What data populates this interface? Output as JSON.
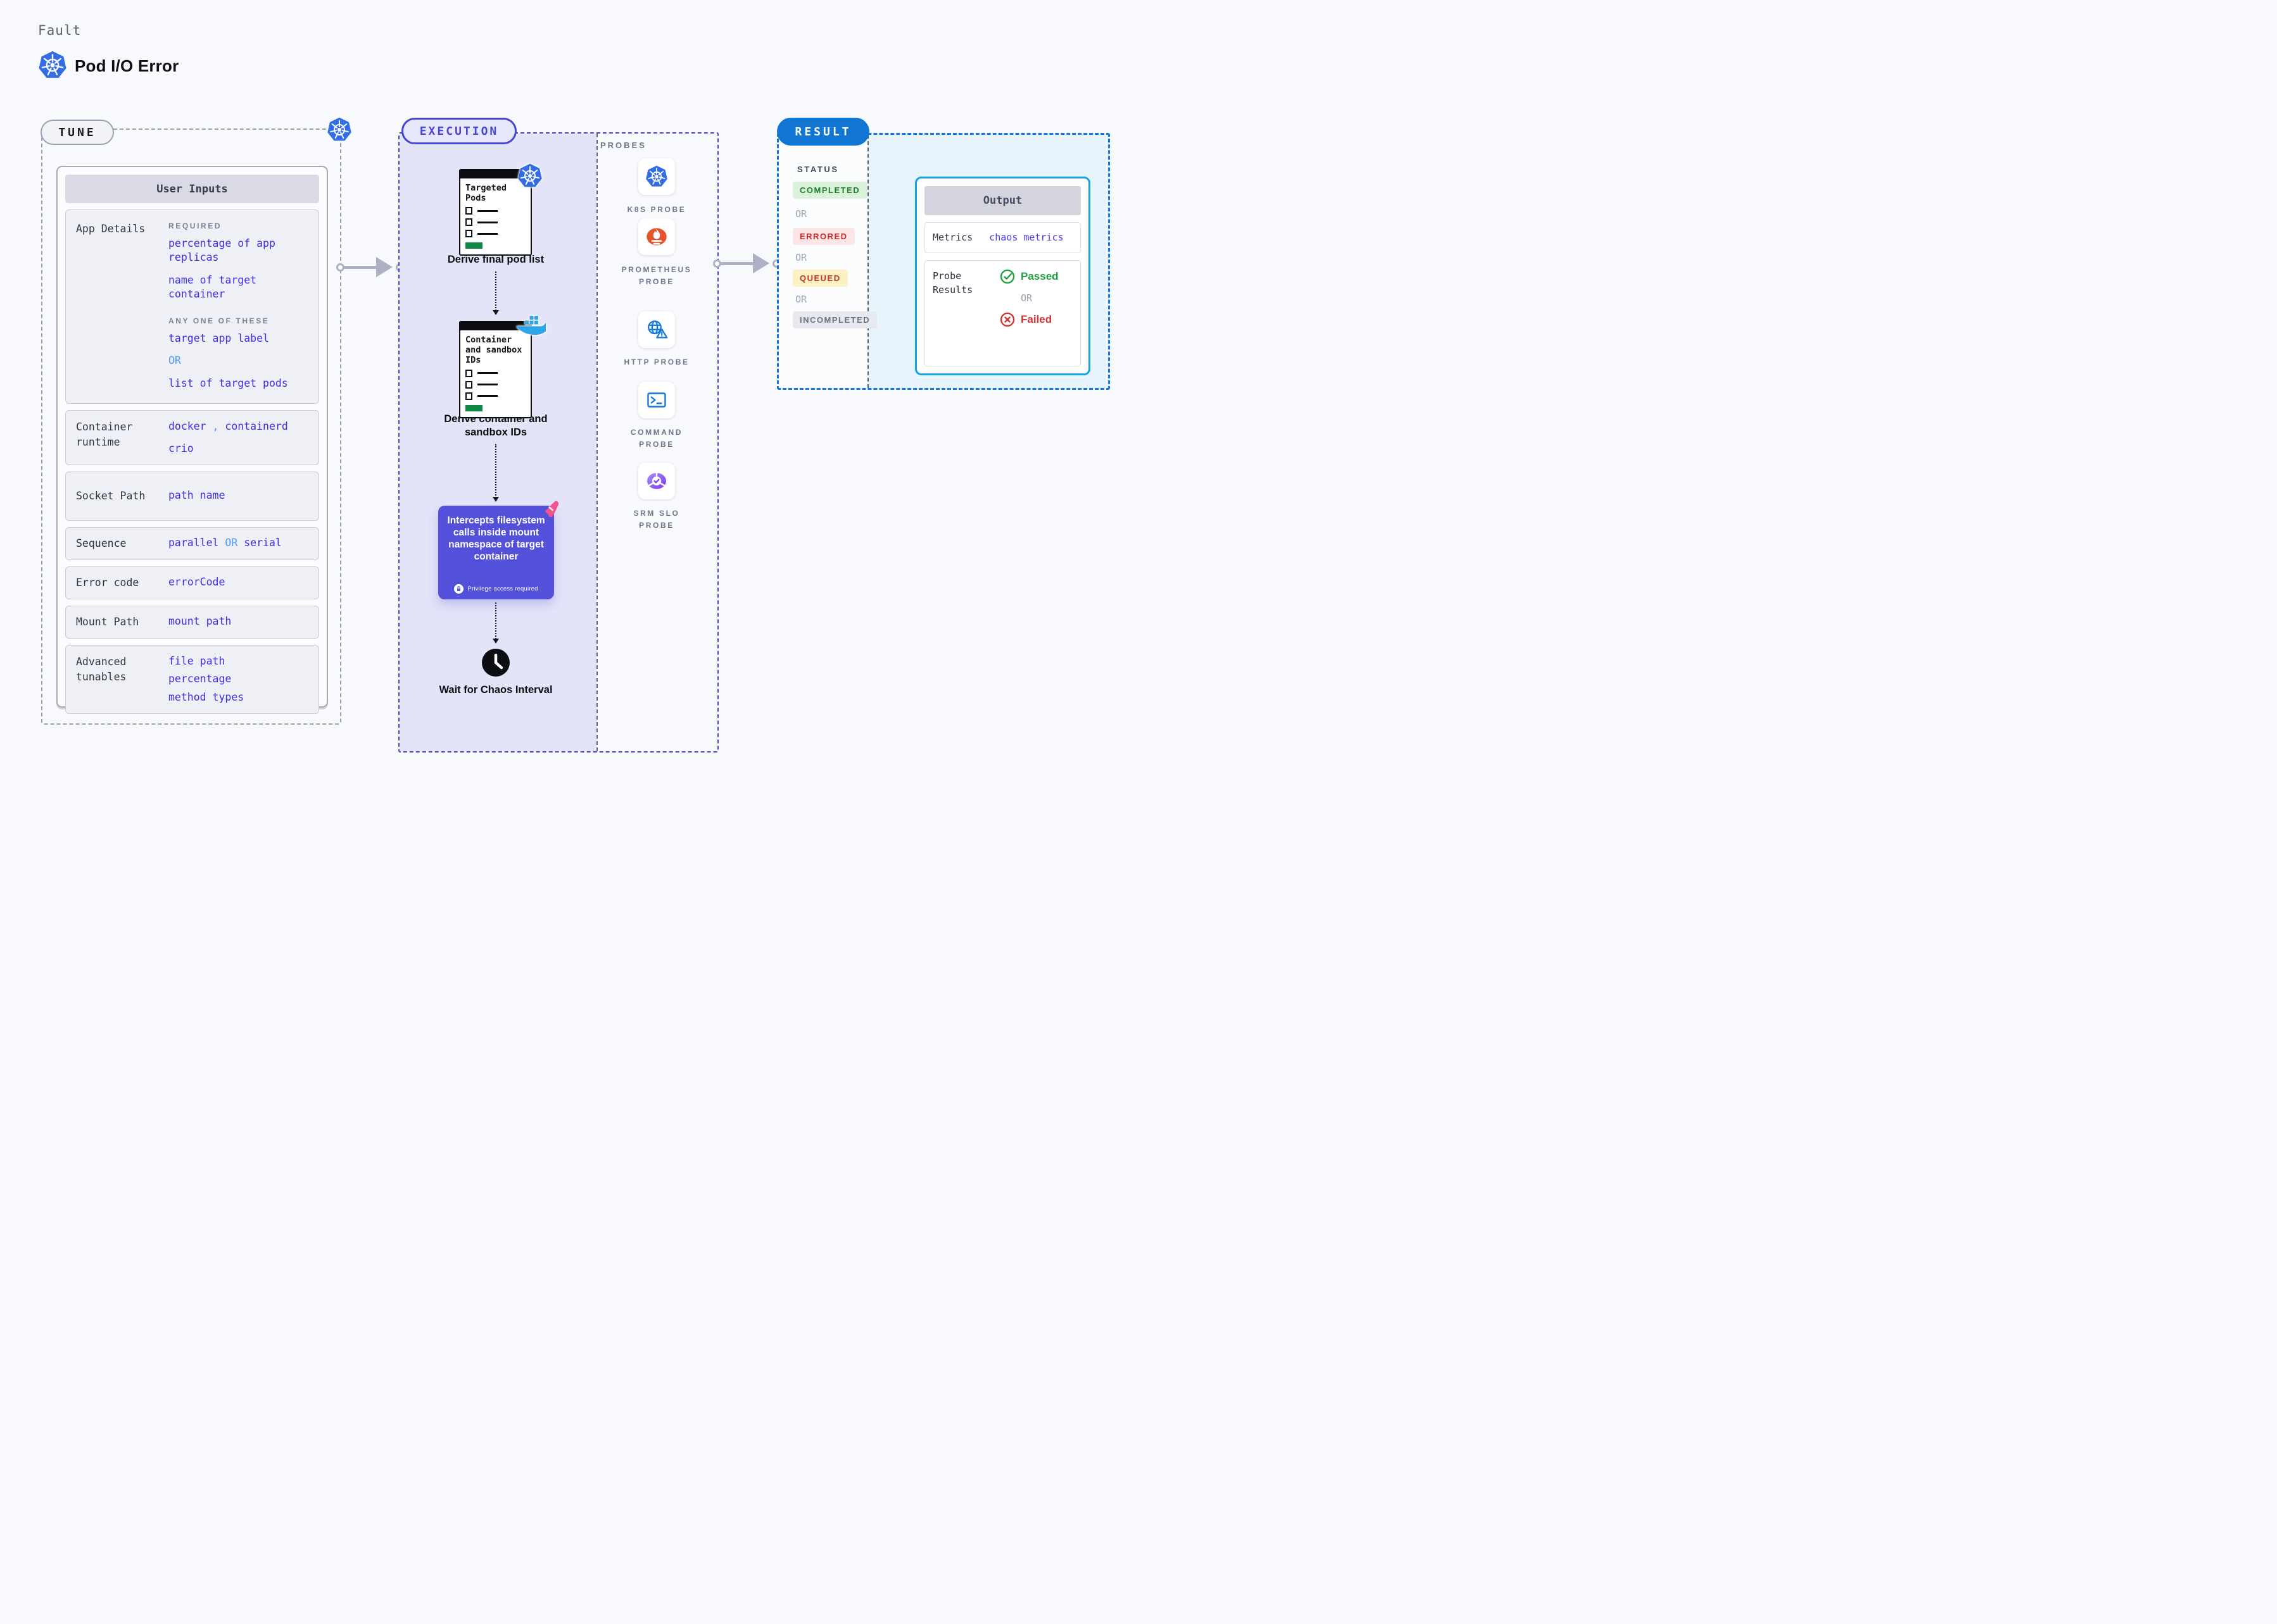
{
  "header": {
    "kicker": "Fault",
    "title": "Pod I/O Error"
  },
  "colors": {
    "value_indigo": "#3b2fe4",
    "or_light_blue": "#4f9cf8",
    "execution_indigo": "#4646d2",
    "result_blue": "#1176d3",
    "output_border_cyan": "#16a3e6",
    "kubernetes_blue": "#326de6",
    "docker_blue": "#2ea7e8",
    "prometheus_orange": "#e6522c",
    "intercept_purple": "#5350da",
    "passed_green": "#1d9e3f",
    "failed_red": "#d32f2f",
    "completed_badge": "#1c7f2e",
    "errored_badge": "#c62a2a",
    "queued_badge": "#c13425",
    "incompleted_badge": "#6d7284",
    "doc_button_green": "#0e8a44"
  },
  "tune": {
    "pill": "TUNE",
    "panel_title": "User Inputs",
    "app_details": {
      "label": "App Details",
      "required_label": "REQUIRED",
      "required_values": [
        "percentage of app replicas",
        "name of target container"
      ],
      "any_one_label": "ANY ONE OF THESE",
      "option_a": "target app label",
      "or": "OR",
      "option_b": "list of target pods"
    },
    "container_runtime": {
      "label": "Container runtime",
      "value_1": "docker",
      "separator": ",",
      "value_2": "containerd",
      "value_3": "crio"
    },
    "socket_path": {
      "label": "Socket Path",
      "value": "path name"
    },
    "sequence": {
      "label": "Sequence",
      "value_1": "parallel",
      "or": "OR",
      "value_2": "serial"
    },
    "error_code": {
      "label": "Error code",
      "value": "errorCode"
    },
    "mount_path": {
      "label": "Mount Path",
      "value": "mount path"
    },
    "advanced_tunables": {
      "label": "Advanced tunables",
      "values": [
        "file path",
        "percentage",
        "method types"
      ]
    }
  },
  "execution": {
    "pill": "EXECUTION",
    "step_1": {
      "doc_title": "Targeted Pods",
      "caption": "Derive final pod list"
    },
    "step_2": {
      "doc_title": "Container and sandbox IDs",
      "caption": "Derive container and sandbox IDs"
    },
    "intercept": {
      "text": "Intercepts filesystem calls inside mount namespace of target container",
      "badge": "Privilege access required"
    },
    "wait": {
      "caption": "Wait for Chaos Interval"
    }
  },
  "probes": {
    "label": "PROBES",
    "items": [
      {
        "label": "K8S PROBE",
        "icon": "kubernetes-icon"
      },
      {
        "label": "PROMETHEUS PROBE",
        "icon": "prometheus-icon"
      },
      {
        "label": "HTTP PROBE",
        "icon": "globe-warning-icon"
      },
      {
        "label": "COMMAND PROBE",
        "icon": "terminal-icon"
      },
      {
        "label": "SRM SLO PROBE",
        "icon": "slo-donut-icon"
      }
    ]
  },
  "result": {
    "pill": "RESULT",
    "status_label": "STATUS",
    "statuses": [
      "COMPLETED",
      "ERRORED",
      "QUEUED",
      "INCOMPLETED"
    ],
    "or": "OR",
    "output": {
      "title": "Output",
      "metrics_label": "Metrics",
      "metrics_value": "chaos metrics",
      "probe_results_label": "Probe Results",
      "passed": "Passed",
      "or": "OR",
      "failed": "Failed"
    }
  }
}
